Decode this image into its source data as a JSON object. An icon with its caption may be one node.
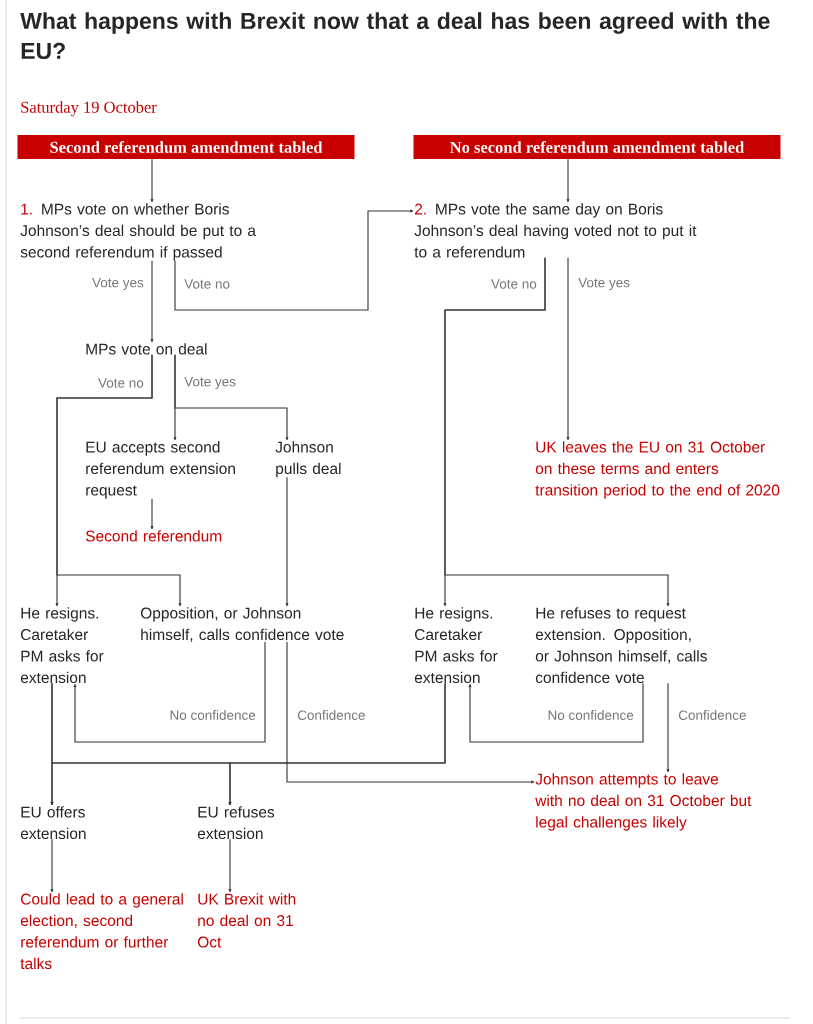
{
  "diagram": {
    "title": "What happens with Brexit now that a deal has been agreed with the EU?",
    "nodes": [
      {
        "text": [
          "Second referendum amendment tabled"
        ]
      },
      {
        "text": [
          "No second referendum amendment tabled"
        ]
      },
      {
        "text": [
          "1.",
          "MPs vote on whether Boris Johnson’s deal should be put to a second referendum if passed"
        ]
      },
      {
        "text": [
          "2.",
          "MPs vote the same day on Boris Johnson’s deal having voted not to put it to a referendum"
        ]
      },
      {
        "text": [
          "MPs vote on deal"
        ]
      },
      {
        "text": [
          "EU accepts second referendum extension request"
        ]
      },
      {
        "text": [
          "Johnson pulls deal"
        ]
      },
      {
        "text": [
          "Second referendum"
        ]
      },
      {
        "text": [
          "UK leaves the EU on 31 October on these terms and enters transition period to the end of 2020"
        ]
      },
      {
        "text": [
          "He resigns. Caretaker PM asks for extension"
        ]
      },
      {
        "text": [
          "Opposition, or Johnson himself, calls confidence vote"
        ]
      },
      {
        "text": [
          "He resigns. Caretaker PM asks for extension"
        ]
      },
      {
        "text": [
          "He refuses to request extension. Opposition, or Johnson himself, calls confidence vote"
        ]
      },
      {
        "text": [
          "EU offers extension"
        ]
      },
      {
        "text": [
          "EU refuses extension"
        ]
      },
      {
        "text": [
          "Johnson attempts to leave with no deal on 31 October but legal challenges likely"
        ]
      },
      {
        "text": [
          "Could lead to a general election, second referendum or further talks"
        ]
      },
      {
        "text": [
          "UK Brexit with no deal on 31 Oct"
        ]
      }
    ],
    "edges": [
      {
        "from": 0,
        "to": 2,
        "arrow": "to"
      },
      {
        "from": 1,
        "to": 3,
        "arrow": "to"
      },
      {
        "from": 2,
        "to": 4,
        "arrow": "to",
        "label": "Vote yes"
      },
      {
        "from": 2,
        "to": 3,
        "arrow": "to",
        "label": "Vote no"
      },
      {
        "from": 3,
        "to": 11,
        "arrow": "to",
        "label": "Vote no"
      },
      {
        "from": 3,
        "to": 12,
        "arrow": "to"
      },
      {
        "from": 3,
        "to": 8,
        "arrow": "to",
        "label": "Vote yes"
      },
      {
        "from": 4,
        "to": 9,
        "arrow": "to",
        "label": "Vote no"
      },
      {
        "from": 4,
        "to": 10,
        "arrow": "to"
      },
      {
        "from": 4,
        "to": 5,
        "arrow": "to",
        "label": "Vote yes"
      },
      {
        "from": 4,
        "to": 6,
        "arrow": "to"
      },
      {
        "from": 5,
        "to": 7,
        "arrow": "to"
      },
      {
        "from": 6,
        "to": 10,
        "arrow": "to"
      },
      {
        "from": 10,
        "to": 9,
        "arrow": "to",
        "label": "No confidence"
      },
      {
        "from": 10,
        "to": 15,
        "arrow": "to",
        "label": "Confidence"
      },
      {
        "from": 12,
        "to": 11,
        "arrow": "to",
        "label": "No confidence"
      },
      {
        "from": 12,
        "to": 15,
        "arrow": "to",
        "label": "Confidence"
      },
      {
        "from": 9,
        "to": 13,
        "arrow": "to"
      },
      {
        "from": 9,
        "to": 14,
        "arrow": "to"
      },
      {
        "from": 11,
        "to": 13,
        "arrow": "to"
      },
      {
        "from": 11,
        "to": 14,
        "arrow": "to"
      },
      {
        "from": 13,
        "to": 16,
        "arrow": "to"
      },
      {
        "from": 14,
        "to": 17,
        "arrow": "to"
      }
    ],
    "labels": [
      "Saturday 19 October"
    ]
  }
}
